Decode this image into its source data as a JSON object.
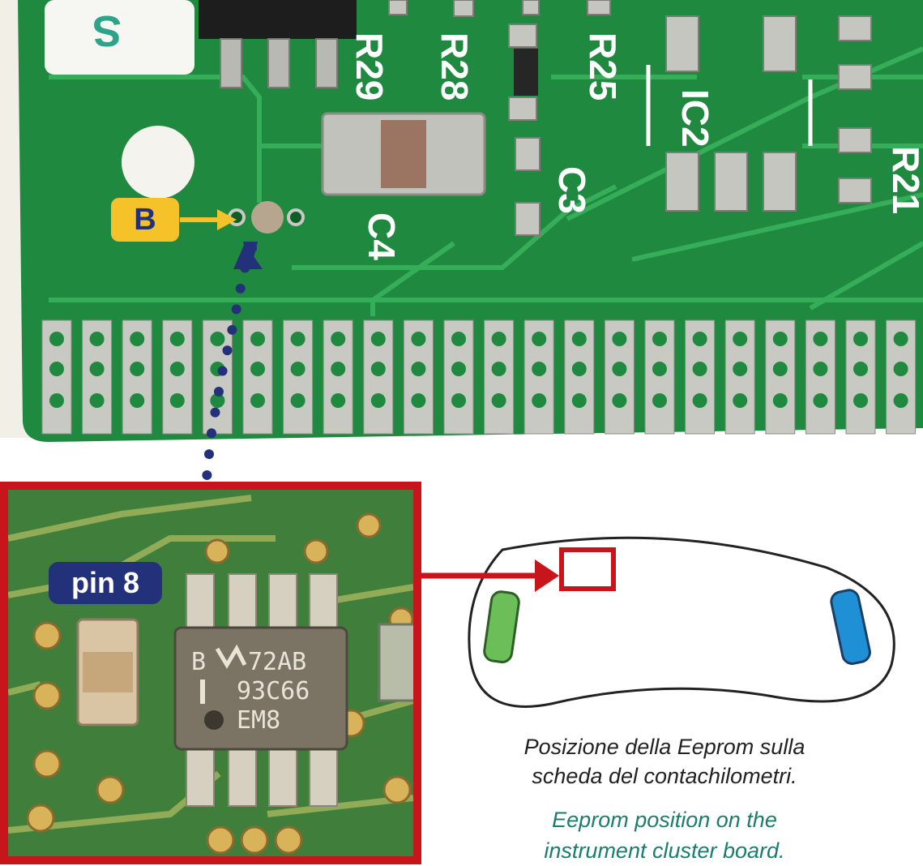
{
  "callouts": {
    "b_label": "B",
    "pin_label": "pin 8"
  },
  "board_silkscreen": {
    "r29": "R29",
    "r28": "R28",
    "r25": "R25",
    "ic2": "IC2",
    "c3": "C3",
    "c4": "C4",
    "r21": "R21"
  },
  "chip_marking": {
    "line1": "72AB",
    "line2": "93C66",
    "line3": "EM8",
    "prefix": "B"
  },
  "caption": {
    "italian_line1": "Posizione della Eeprom sulla",
    "italian_line2": "scheda del contachilometri.",
    "english_line1": "Eeprom position on the",
    "english_line2": "instrument cluster board."
  },
  "colors": {
    "pcb_green": "#1f8a3f",
    "pcb_trace": "#2fa552",
    "pad_silver": "#c9c9c4",
    "callout_yellow": "#f5c22a",
    "callout_navy": "#23307a",
    "frame_red": "#c8151b",
    "cluster_green": "#6cbf58",
    "cluster_blue": "#1f8fd6",
    "caption_teal": "#1a7d6e"
  }
}
